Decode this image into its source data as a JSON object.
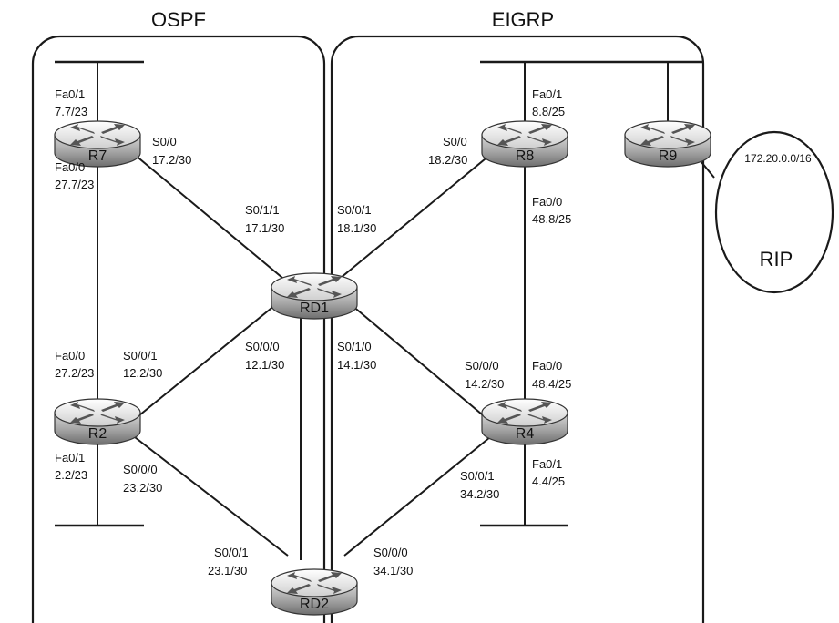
{
  "areas": {
    "ospf": "OSPF",
    "eigrp": "EIGRP",
    "rip": "RIP"
  },
  "rip_network": "172.20.0.0/16",
  "routers": {
    "r7": "R7",
    "r2": "R2",
    "rd1": "RD1",
    "rd2": "RD2",
    "r8": "R8",
    "r4": "R4",
    "r9": "R9"
  },
  "labels": {
    "r7_fa01_if": "Fa0/1",
    "r7_fa01_ip": "7.7/23",
    "r7_s00_if": "S0/0",
    "r7_s00_ip": "17.2/30",
    "r7_fa00_if": "Fa0/0",
    "r7_fa00_ip": "27.7/23",
    "rd1_s011_if": "S0/1/1",
    "rd1_s011_ip": "17.1/30",
    "rd1_s001_if": "S0/0/1",
    "rd1_s001_ip": "18.1/30",
    "r8_s00_if": "S0/0",
    "r8_s00_ip": "18.2/30",
    "r8_fa01_if": "Fa0/1",
    "r8_fa01_ip": "8.8/25",
    "r8_fa00_if": "Fa0/0",
    "r8_fa00_ip": "48.8/25",
    "r2_fa00_if": "Fa0/0",
    "r2_fa00_ip": "27.2/23",
    "r2_s001_if": "S0/0/1",
    "r2_s001_ip": "12.2/30",
    "rd1_s000_if": "S0/0/0",
    "rd1_s000_ip": "12.1/30",
    "rd1_s010_if": "S0/1/0",
    "rd1_s010_ip": "14.1/30",
    "r4_s000_if": "S0/0/0",
    "r4_s000_ip": "14.2/30",
    "r4_fa00_if": "Fa0/0",
    "r4_fa00_ip": "48.4/25",
    "r2_fa01_if": "Fa0/1",
    "r2_fa01_ip": "2.2/23",
    "r2_s000_if": "S0/0/0",
    "r2_s000_ip": "23.2/30",
    "r4_s001_if": "S0/0/1",
    "r4_s001_ip": "34.2/30",
    "r4_fa01_if": "Fa0/1",
    "r4_fa01_ip": "4.4/25",
    "rd2_s001_if": "S0/0/1",
    "rd2_s001_ip": "23.1/30",
    "rd2_s000_if": "S0/0/0",
    "rd2_s000_ip": "34.1/30"
  },
  "colors": {
    "router_top": "#eeeeee",
    "router_side": "#9a9a9a",
    "line": "#1a1a1a"
  }
}
